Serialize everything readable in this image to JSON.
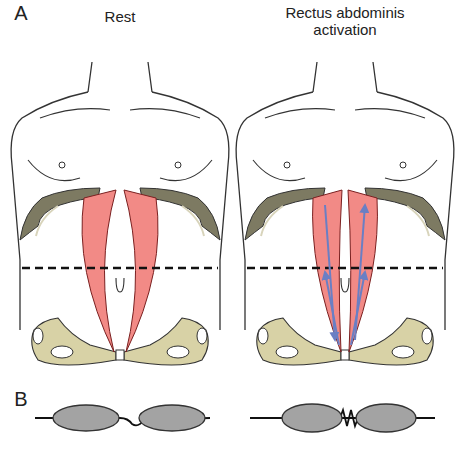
{
  "diagram": {
    "labels": [
      "A",
      "Rest",
      "Rectus abdominis activation",
      "B"
    ]
  }
}
